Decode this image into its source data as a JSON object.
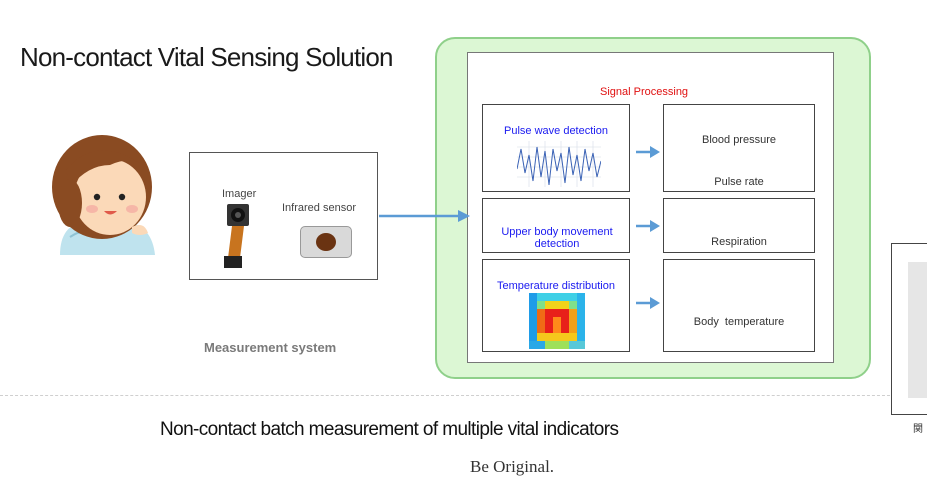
{
  "title": "Non-contact Vital Sensing Solution",
  "measurement": {
    "imager_label": "Imager",
    "infrared_label": "Infrared sensor",
    "system_label": "Measurement system"
  },
  "processing": {
    "header": "Signal Processing",
    "inputs": [
      "Pulse wave detection",
      "Upper body movement detection",
      "Temperature distribution"
    ],
    "outputs": {
      "blood_pressure": "Blood pressure",
      "pulse_rate": "Pulse rate",
      "respiration": "Respiration",
      "body_temperature": "Body  temperature"
    }
  },
  "footer": {
    "caption": "Non-contact batch measurement of multiple vital indicators",
    "slogan": "Be Original."
  },
  "side_card_char": "関",
  "colors": {
    "panel_green": "#dcf7d4",
    "panel_border": "#8fd08a",
    "arrow_blue": "#5b9bd5",
    "header_red": "#e01010",
    "label_blue": "#1a1af0"
  }
}
